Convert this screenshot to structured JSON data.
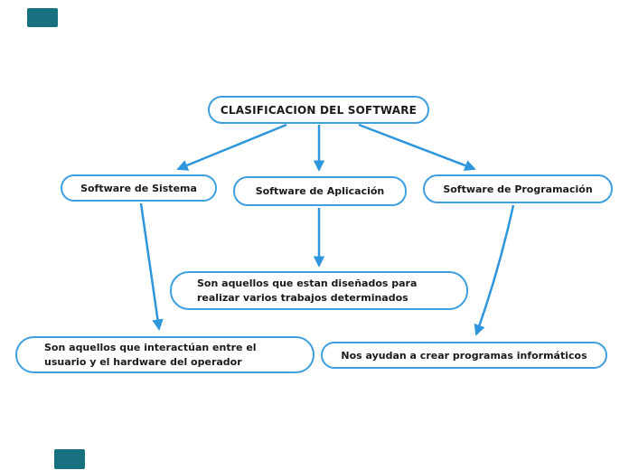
{
  "palette": {
    "line": "#2E96DC",
    "border": "#3E9FE0",
    "node_bg": "#ffffff",
    "text": "#1a1a1a",
    "marker": "#17717E"
  },
  "diagram": {
    "nodes": {
      "title": {
        "label": "CLASIFICACION DEL SOFTWARE"
      },
      "sistema": {
        "label": "Software de Sistema"
      },
      "aplicacion": {
        "label": "Software de Aplicación"
      },
      "programacion": {
        "label": "Software de Programación"
      },
      "desc_aplicacion": {
        "lines": [
          "Son aquellos que estan diseñados para",
          "realizar varios trabajos determinados"
        ]
      },
      "desc_sistema": {
        "lines": [
          "Son aquellos que interactúan entre el",
          "usuario y el hardware del operador"
        ]
      },
      "desc_programacion": {
        "label": "Nos ayudan a crear programas informáticos"
      }
    },
    "edges": [
      {
        "from": "title",
        "to": "sistema"
      },
      {
        "from": "title",
        "to": "aplicacion"
      },
      {
        "from": "title",
        "to": "programacion"
      },
      {
        "from": "aplicacion",
        "to": "desc_aplicacion"
      },
      {
        "from": "sistema",
        "to": "desc_sistema"
      },
      {
        "from": "programacion",
        "to": "desc_programacion"
      }
    ]
  }
}
